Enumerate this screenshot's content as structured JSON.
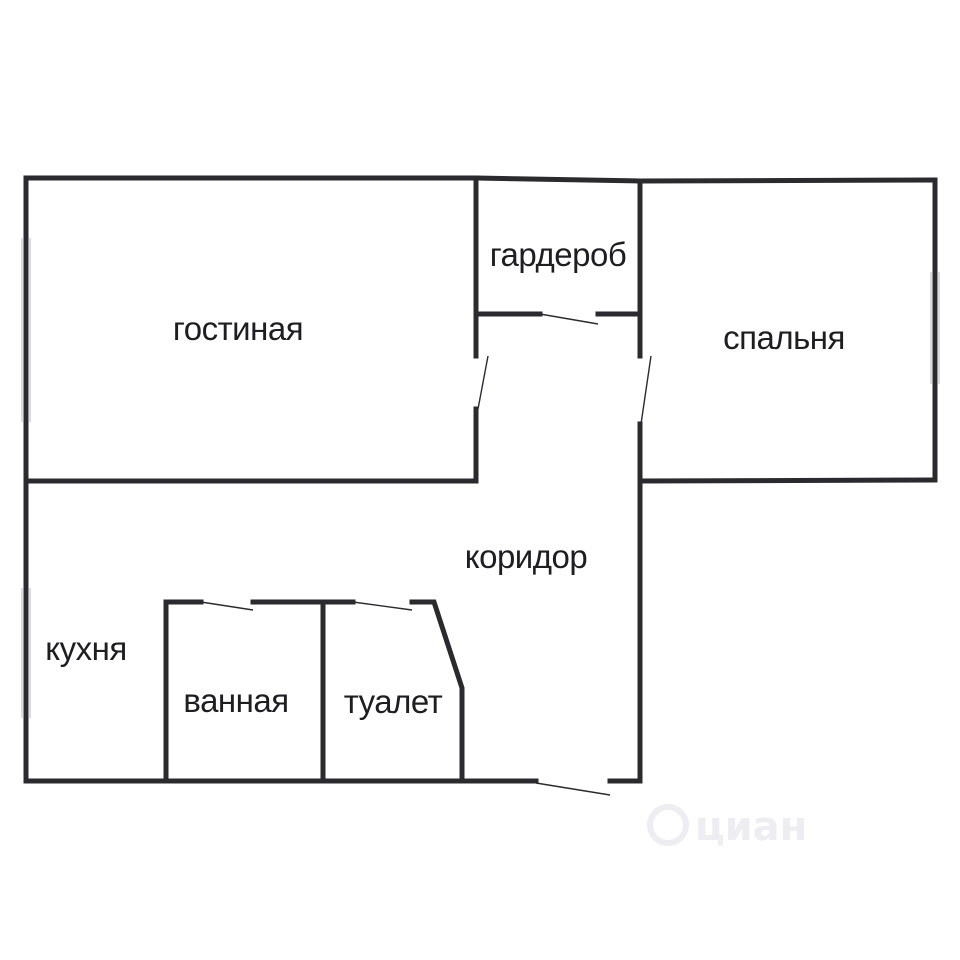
{
  "rooms": {
    "living_room": "гостиная",
    "wardrobe": "гардероб",
    "bedroom": "спальня",
    "corridor": "коридор",
    "kitchen": "кухня",
    "bathroom": "ванная",
    "toilet": "туалет"
  },
  "watermark": {
    "text": "циан"
  },
  "colors": {
    "wall": "#2b2b2f",
    "label": "#1e1e22",
    "background": "#ffffff",
    "watermark": "#ededf2"
  }
}
